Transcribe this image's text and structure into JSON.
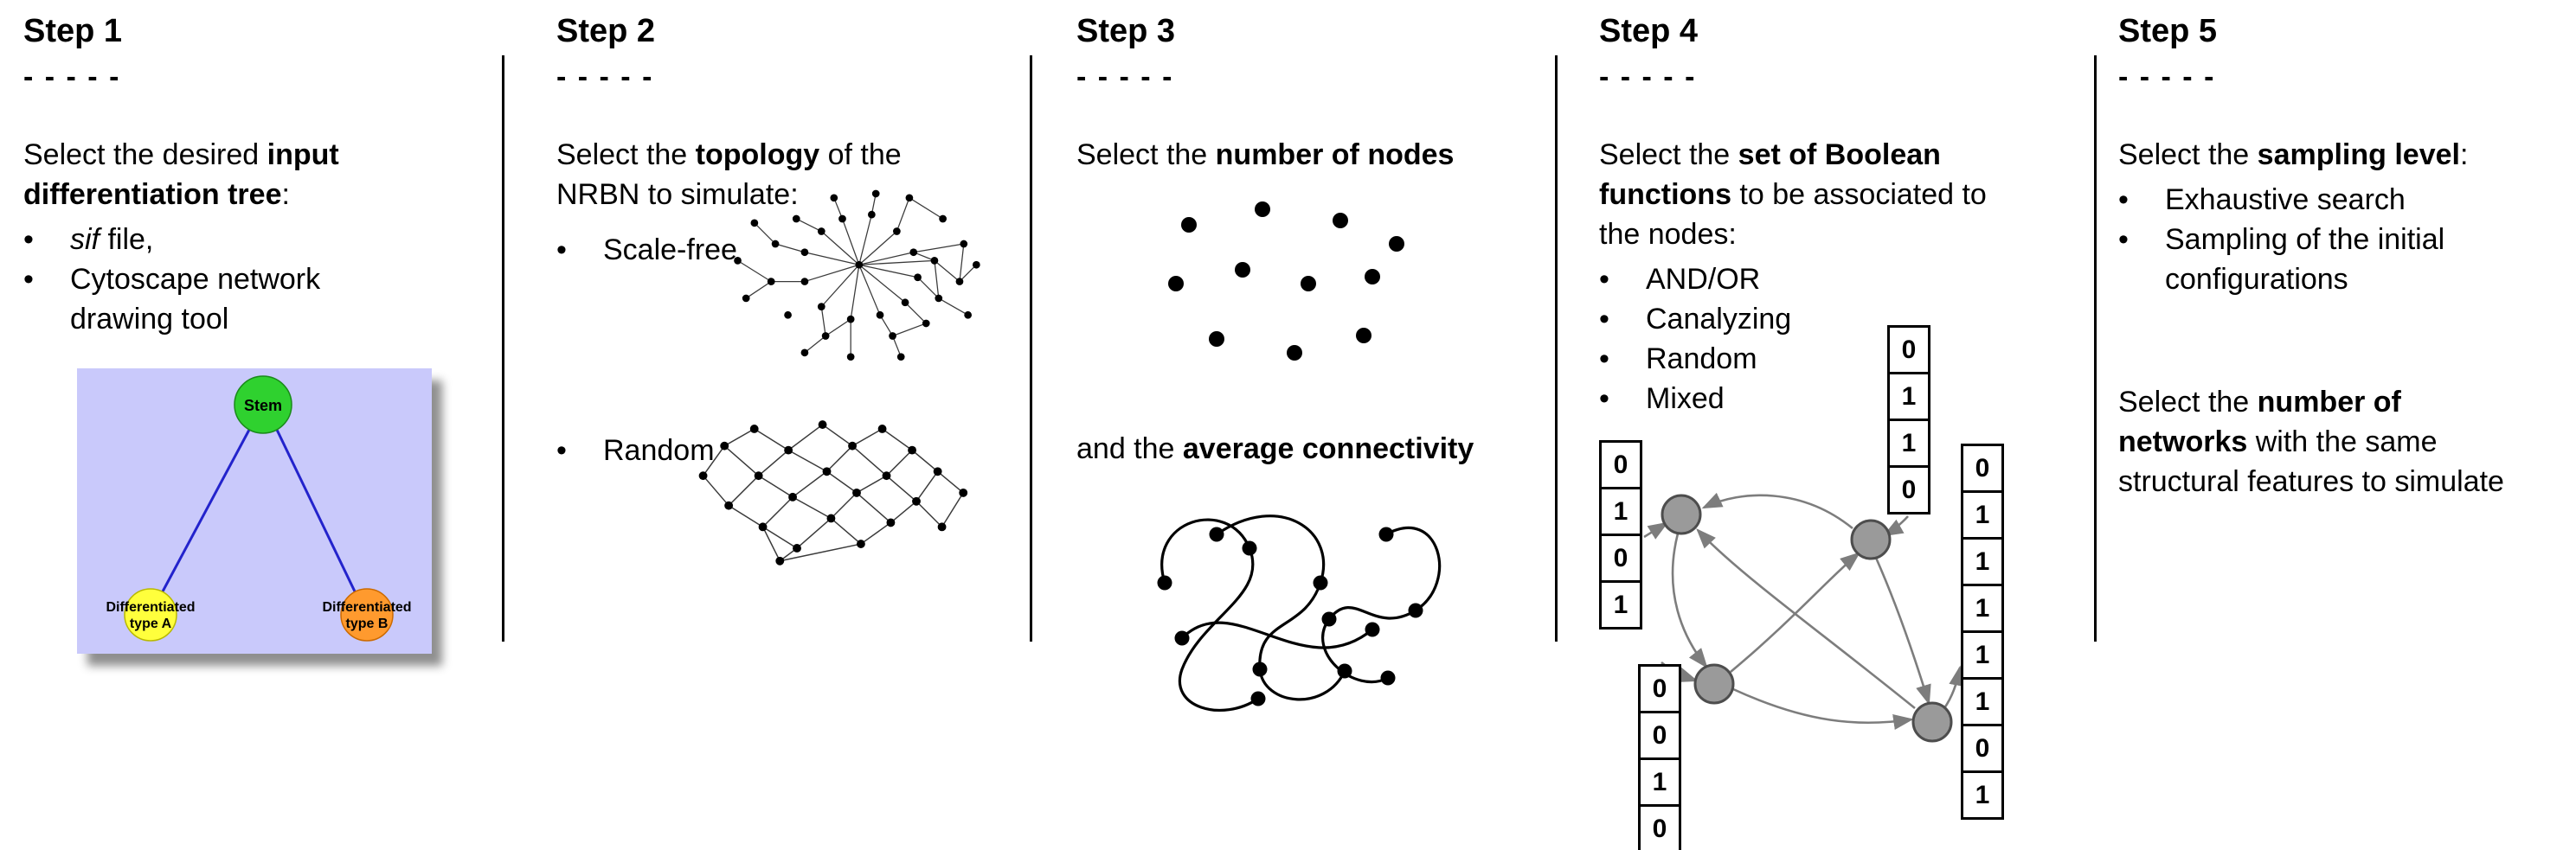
{
  "figure": {
    "steps": [
      {
        "title": "Step 1",
        "dashes": "- - - - -",
        "intro": "Select the desired **input\ndifferentiation tree**:",
        "bullets": [
          "*sif* file,",
          "Cytoscape network\ndrawing tool"
        ],
        "tree": {
          "root": "Stem",
          "left1": "Differentiated",
          "left2": "type A",
          "right1": "Differentiated",
          "right2": "type B"
        }
      },
      {
        "title": "Step 2",
        "dashes": "- - - - -",
        "intro": "Select the **topology** of the\nNRBN to simulate:",
        "bullets": [
          "Scale-free",
          "Random"
        ]
      },
      {
        "title": "Step 3",
        "dashes": "- - - - -",
        "intro": "Select the **number of nodes**",
        "second": "and the **average connectivity**"
      },
      {
        "title": "Step 4",
        "dashes": "- - - - -",
        "intro": "Select the **set of Boolean\nfunctions** to be associated to\nthe nodes:",
        "bullets": [
          "AND/OR",
          "Canalyzing",
          "Random",
          "Mixed"
        ],
        "tables": {
          "left": [
            "0",
            "1",
            "0",
            "1"
          ],
          "top": [
            "0",
            "1",
            "1",
            "0"
          ],
          "bottom": [
            "0",
            "0",
            "1",
            "0"
          ],
          "right": [
            "0",
            "1",
            "1",
            "1",
            "1",
            "1",
            "0",
            "1"
          ]
        }
      },
      {
        "title": "Step 5",
        "dashes": "- - - - -",
        "intro": "Select the **sampling level**:",
        "bullets": [
          "Exhaustive search",
          "Sampling of the initial\nconfigurations"
        ],
        "second": "Select the **number of\nnetworks** with the same\nstructural features to simulate"
      }
    ],
    "colors": {
      "stem_green": "#2fd12f",
      "type_a_yellow": "#ffff3c",
      "type_b_orange": "#ff9a2e",
      "tree_bg": "#c9c9fb",
      "edge_blue": "#2323cc",
      "node_gray": "#9a9a9a",
      "arrow_gray": "#7d7d7d"
    }
  }
}
